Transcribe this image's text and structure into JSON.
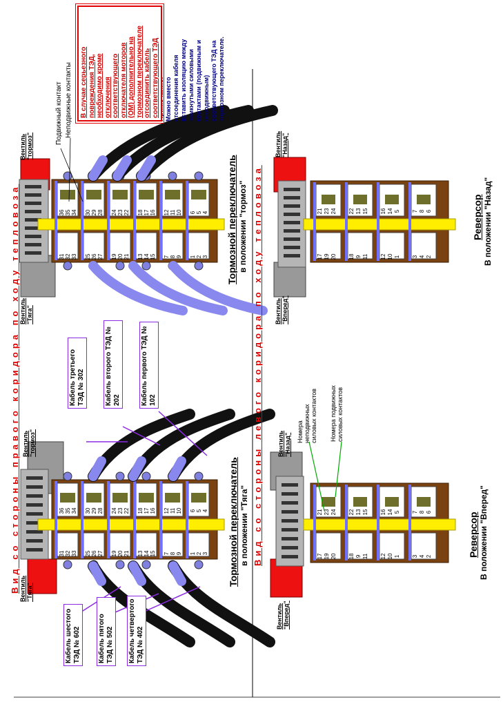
{
  "titles": {
    "right_corridor": "Вид со стороны правого коридора по ходу тепловоза",
    "left_corridor": "Вид со стороны левого коридора по ходу тепловоза"
  },
  "switches": {
    "brake_traction": {
      "name": "Тормозной переключатель",
      "position": "в положении \"Тяга\""
    },
    "brake_brake": {
      "name": "Тормозной переключатель",
      "position": "в положении \"тормоз\""
    },
    "reverser_forward": {
      "name": "Реверсор",
      "position": "В положении \"Вперед\""
    },
    "reverser_back": {
      "name": "Реверсор",
      "position": "В положении \"Назад\""
    }
  },
  "valves": {
    "tyaga": "Вентиль \"Тяга\"",
    "tormoz": "Вентиль \"тормоз\"",
    "vpered": "Вентиль \"Вперед\"",
    "nazad": "Вентиль \"Назад\""
  },
  "cables": {
    "c302": "Кабель третьего ТЭД № 302",
    "c202": "Кабель второго ТЭД № 202",
    "c102": "Кабель первого ТЭД № 102",
    "c602": "Кабель шестого ТЭД № 602",
    "c502": "Кабель пятого ТЭД № 502",
    "c402": "Кабель четвертого ТЭД № 402"
  },
  "labels": {
    "moving_contact": "Подвижный контакт",
    "fixed_contacts": "Неподвижные контакты",
    "fixed_numbers": "Номера неподвижных силовых контактов",
    "moving_numbers": "Номера подвижных силовых контактов"
  },
  "note": {
    "heading": "Примечание:",
    "lines": [
      "Можно вместо",
      "отсоединения кабеля",
      "вставить изоляцию между",
      "замкнутыми силовыми",
      "контактами (подвижным и",
      "неподвижным)",
      "соответствующего ТЭД на",
      "тормозном переключателе."
    ]
  },
  "warning": {
    "lines": [
      "В случае серьезного",
      "повреждения ТЭД,",
      "необходимо   кроме",
      "отключения",
      "соответствующего",
      "отключателя моторов",
      "(ОМ) дополнительно на",
      "тормозном переключателе",
      "отсоединить кабель",
      "соответствующего ТЭД"
    ]
  },
  "contacts": {
    "brake_top_row": [
      "31",
      "32",
      "33",
      "25",
      "26",
      "27",
      "19",
      "20",
      "21",
      "13",
      "14",
      "15",
      "7",
      "8",
      "9",
      "1",
      "2",
      "3"
    ],
    "brake_bottom_row": [
      "36",
      "35",
      "34",
      "30",
      "29",
      "28",
      "24",
      "23",
      "22",
      "18",
      "17",
      "16",
      "12",
      "11",
      "10",
      "6",
      "5",
      "4"
    ],
    "rev_top_row": [
      "17",
      "19",
      "20",
      "18",
      "9",
      "11",
      "12",
      "10",
      "1",
      "3",
      "4",
      "2"
    ],
    "rev_bottom_row": [
      "21",
      "23",
      "24",
      "22",
      "13",
      "15",
      "16",
      "14",
      "5",
      "7",
      "8",
      "6"
    ]
  },
  "colors": {
    "brown": "#7a4210",
    "yellow": "#ffee00",
    "blue_bar": "#7070ff",
    "red_valve": "#ee1111",
    "cable_black": "#111111",
    "cable_blue": "#8888ee"
  }
}
